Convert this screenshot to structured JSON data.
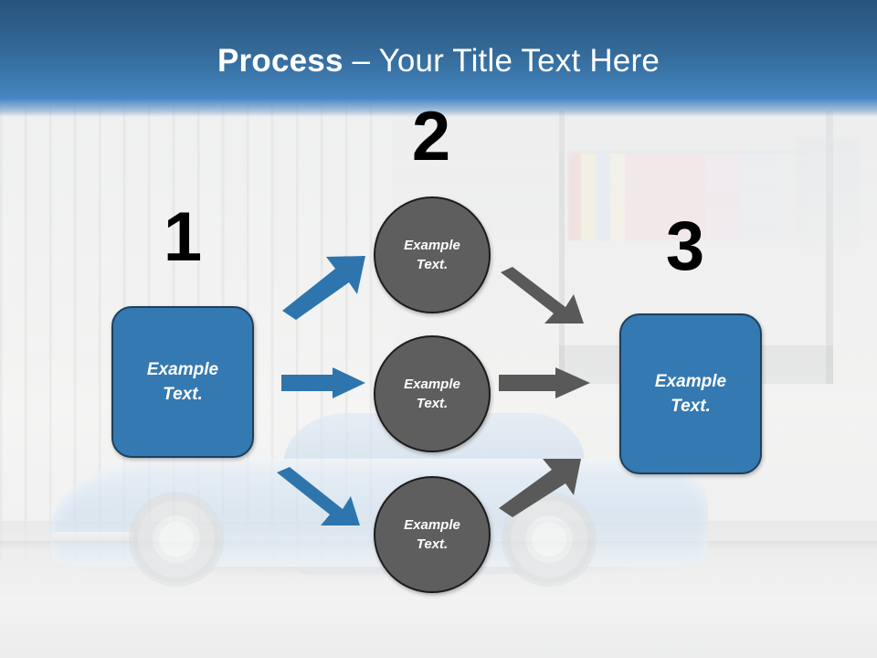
{
  "slide": {
    "title_bold": "Process",
    "title_rest": " – Your Title Text Here",
    "accent_blue": "#3479b1",
    "accent_gray": "#5e5e5e",
    "arrow_blue": "#2e75ad",
    "arrow_gray": "#595959",
    "title_band_top": "#27547c",
    "title_band_bottom": "#4585c4",
    "number_color": "#000000"
  },
  "steps": [
    {
      "number": "1",
      "label": "Example\nText."
    },
    {
      "number": "2",
      "label": "Example\nText."
    },
    {
      "number": "3",
      "label": "Example\nText."
    }
  ],
  "stage2_nodes": [
    {
      "label": "Example\nText."
    },
    {
      "label": "Example\nText."
    },
    {
      "label": "Example\nText."
    }
  ],
  "background": {
    "description": "faded photograph of a vintage blue car parked by a corrugated wall with pastel laundry hanging on a line"
  }
}
